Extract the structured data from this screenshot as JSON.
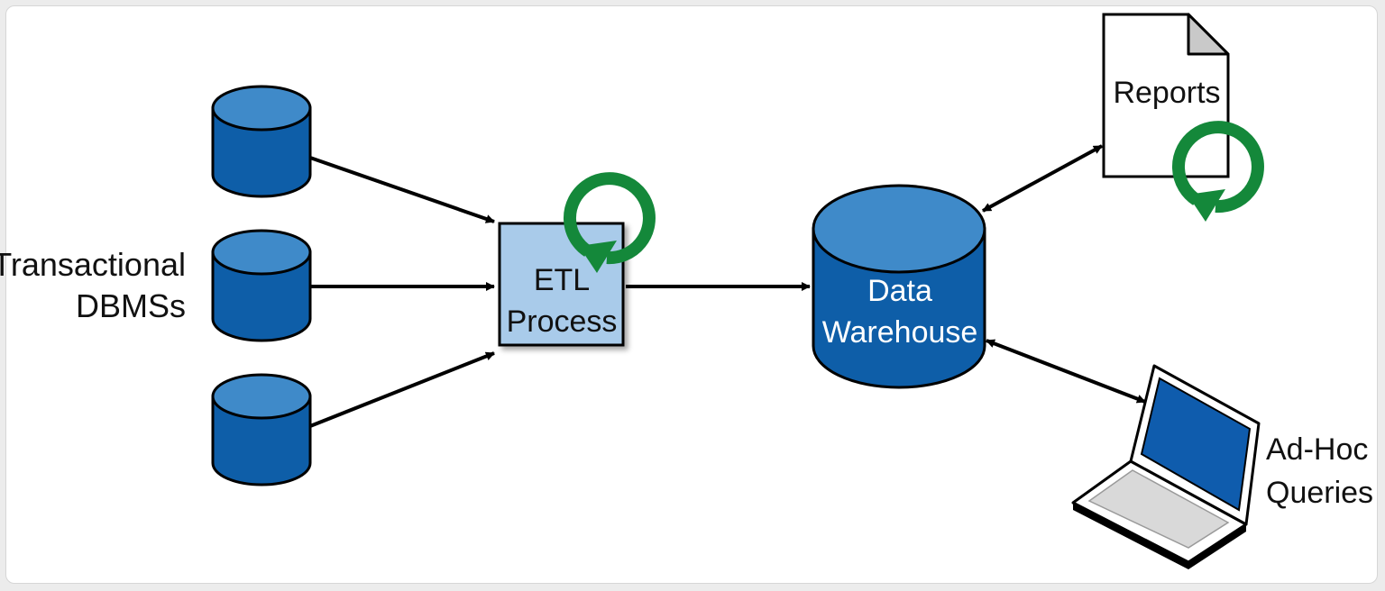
{
  "labels": {
    "sources_line1": "Transactional",
    "sources_line2": "DBMSs",
    "etl_line1": "ETL",
    "etl_line2": "Process",
    "warehouse_line1": "Data",
    "warehouse_line2": "Warehouse",
    "reports": "Reports",
    "adhoc_line1": "Ad-Hoc",
    "adhoc_line2": "Queries"
  },
  "colors": {
    "database_fill": "#0e5ea8",
    "database_top": "#3f8ac9",
    "etl_fill": "#a9cbea",
    "refresh_icon": "#14883a",
    "laptop_screen": "#0f5cad"
  },
  "icons": {
    "source_db": "database-icon",
    "warehouse": "database-icon",
    "refresh": "refresh-icon",
    "reports": "document-icon",
    "adhoc": "laptop-icon"
  }
}
